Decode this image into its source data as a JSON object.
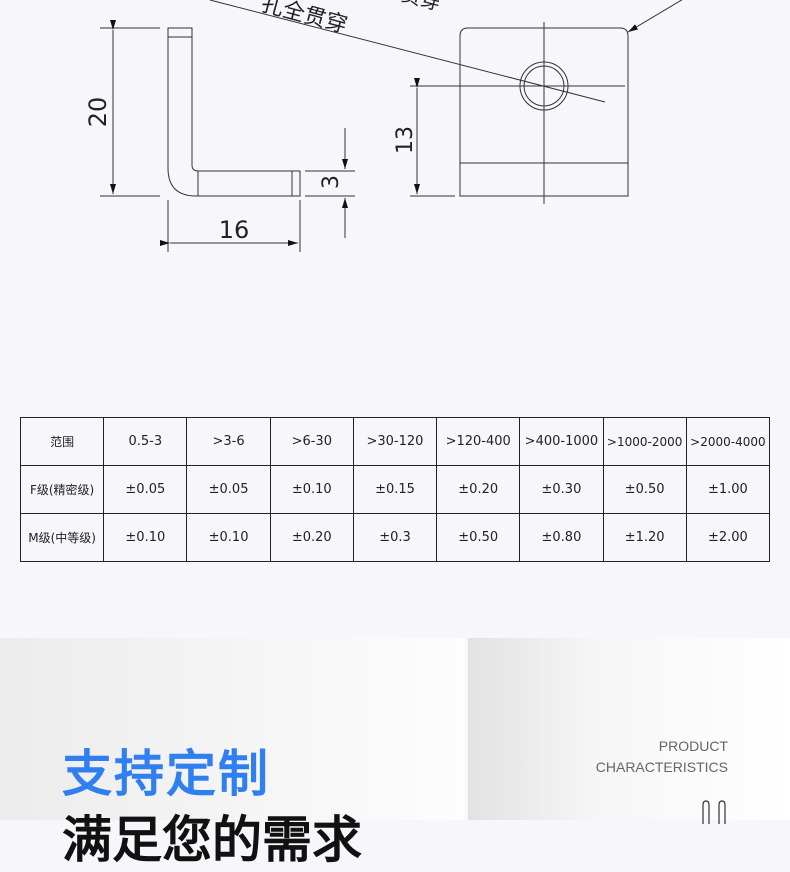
{
  "drawing": {
    "dim_height": "20",
    "dim_thickness": "3",
    "dim_length": "16",
    "dim_hole": "13",
    "note1": "孔全贯穿",
    "note2": "贯穿"
  },
  "table": {
    "header": [
      "范围",
      "0.5-3",
      ">3-6",
      ">6-30",
      ">30-120",
      ">120-400",
      ">400-1000",
      ">1000-2000",
      ">2000-4000"
    ],
    "rows": [
      [
        "F级(精密级)",
        "±0.05",
        "±0.05",
        "±0.10",
        "±0.15",
        "±0.20",
        "±0.30",
        "±0.50",
        "±1.00"
      ],
      [
        "M级(中等级)",
        "±0.10",
        "±0.10",
        "±0.20",
        "±0.3",
        "±0.50",
        "±0.80",
        "±1.20",
        "±2.00"
      ]
    ]
  },
  "banner": {
    "title": "支持定制",
    "subtitle": "满足您的需求",
    "en_line1": "PRODUCT",
    "en_line2": "CHARACTERISTICS",
    "accent": "#2f7ff0"
  }
}
